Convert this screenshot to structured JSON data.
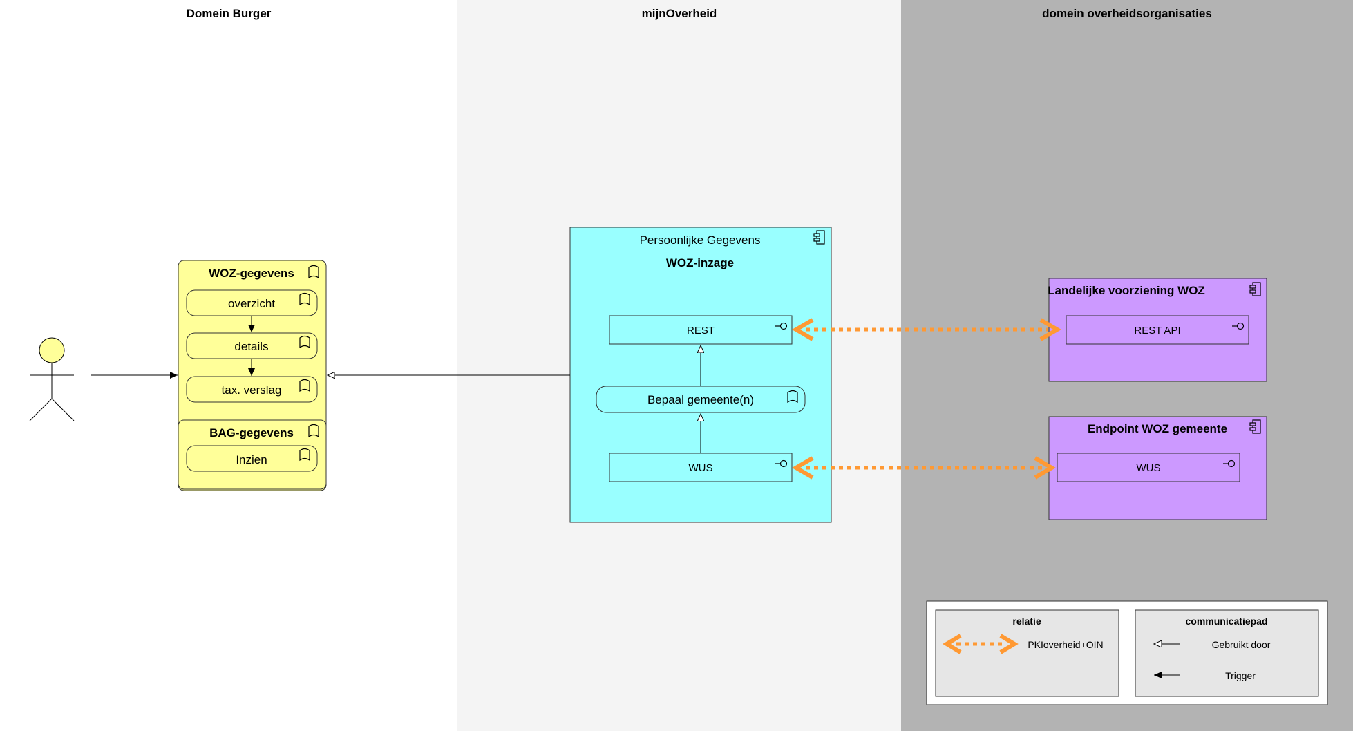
{
  "lanes": {
    "burger": "Domein Burger",
    "mijn": "mijnOverheid",
    "overheid": "domein overheidsorganisaties"
  },
  "woz_gegevens": {
    "title": "WOZ-gegevens",
    "items": [
      "overzicht",
      "details",
      "tax. verslag"
    ]
  },
  "bag_gegevens": {
    "title": "BAG-gegevens",
    "items": [
      "Inzien"
    ]
  },
  "woz_inzage": {
    "subtitle": "Persoonlijke Gegevens",
    "title": "WOZ-inzage",
    "rest": "REST",
    "bepaal": "Bepaal gemeente(n)",
    "wus": "WUS"
  },
  "landelijke": {
    "title": "Landelijke voorziening WOZ",
    "interface": "REST API"
  },
  "endpoint": {
    "title": "Endpoint WOZ gemeente",
    "interface": "WUS"
  },
  "legend": {
    "relatie": {
      "title": "relatie",
      "label": "PKIoverheid+OIN"
    },
    "communicatiepad": {
      "title": "communicatiepad",
      "gebruikt": "Gebruikt door",
      "trigger": "Trigger"
    }
  },
  "colors": {
    "business": "#ffff99",
    "application": "#99ffff",
    "external": "#cc99ff",
    "relation": "#ff9933",
    "legend_bg": "#e6e6e6"
  }
}
